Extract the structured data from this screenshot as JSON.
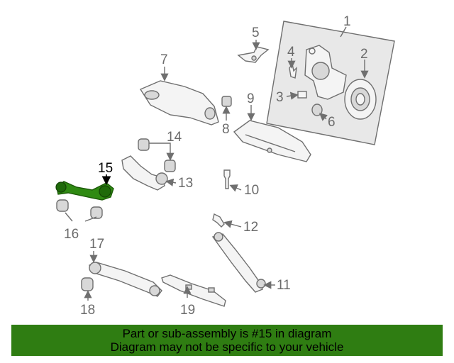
{
  "diagram": {
    "callouts": {
      "c1": "1",
      "c2": "2",
      "c3": "3",
      "c4": "4",
      "c5": "5",
      "c6": "6",
      "c7": "7",
      "c8": "8",
      "c9": "9",
      "c10": "10",
      "c11": "11",
      "c12": "12",
      "c13": "13",
      "c14": "14",
      "c15": "15",
      "c16": "16",
      "c17": "17",
      "c18": "18",
      "c19": "19"
    },
    "highlighted_part": "15",
    "colors": {
      "highlight": "#2f8a12",
      "banner": "#2f7d12",
      "line": "#6f6f6f"
    }
  },
  "banner": {
    "line1": "Part or sub-assembly is #15 in diagram",
    "line2": "Diagram may not be specific to your vehicle"
  }
}
